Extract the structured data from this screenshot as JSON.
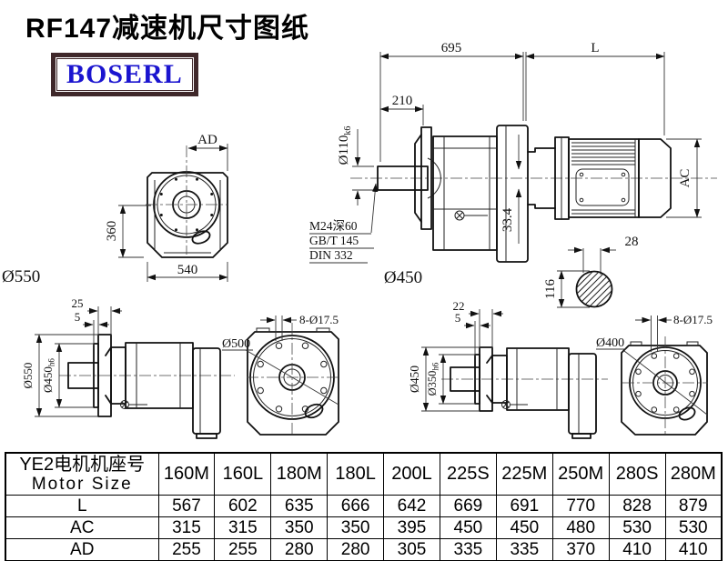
{
  "title": "RF147减速机尺寸图纸",
  "logo_text": "BOSERL",
  "side_view": {
    "dim_695": "695",
    "dim_L": "L",
    "dim_210": "210",
    "shaft_dia": "Ø110",
    "shaft_tol": "k6",
    "tap_note": "M24深60",
    "std_note1": "GB/T 145",
    "std_note2": "DIN 332",
    "dim_334": "33.4",
    "dim_AC": "AC",
    "dim_28": "28",
    "dim_116": "116",
    "flange_label": "Ø450"
  },
  "front_view": {
    "dim_AD": "AD",
    "dim_360": "360",
    "dim_540": "540",
    "flange_label": "Ø550"
  },
  "flange_left": {
    "dim_25": "25",
    "dim_5": "5",
    "od": "Ø550",
    "spigot": "Ø450",
    "spigot_tol": "h6",
    "bolt_circle": "Ø500",
    "holes": "8-Ø17.5"
  },
  "flange_right": {
    "dim_22": "22",
    "dim_5": "5",
    "od": "Ø450",
    "spigot": "Ø350",
    "spigot_tol": "h6",
    "bolt_circle": "Ø400",
    "holes": "8-Ø17.5"
  },
  "table": {
    "header_cn": "YE2电机机座号",
    "header_en": "Motor Size",
    "columns": [
      "160M",
      "160L",
      "180M",
      "180L",
      "200L",
      "225S",
      "225M",
      "250M",
      "280S",
      "280M"
    ],
    "rows": [
      {
        "label": "L",
        "values": [
          "567",
          "602",
          "635",
          "666",
          "642",
          "669",
          "691",
          "770",
          "828",
          "879"
        ]
      },
      {
        "label": "AC",
        "values": [
          "315",
          "315",
          "350",
          "350",
          "395",
          "450",
          "450",
          "480",
          "530",
          "530"
        ]
      },
      {
        "label": "AD",
        "values": [
          "255",
          "255",
          "280",
          "280",
          "305",
          "335",
          "335",
          "370",
          "410",
          "410"
        ]
      }
    ]
  },
  "colors": {
    "logo_text": "#1a14cf",
    "logo_border": "#3f282a",
    "line": "#111111"
  }
}
